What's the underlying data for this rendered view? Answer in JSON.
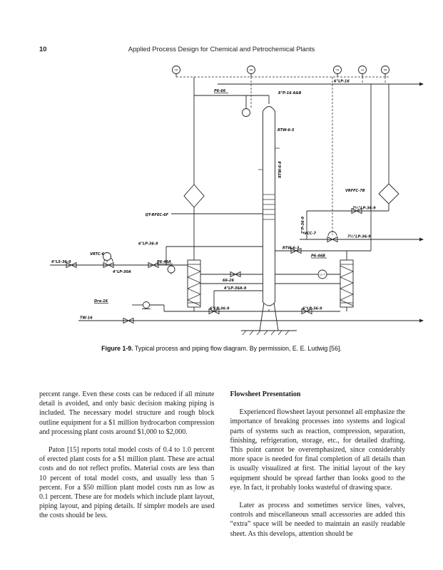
{
  "page": {
    "number": "10",
    "running_title": "Applied Process Design for Chemical and Petrochemical Plants"
  },
  "figure": {
    "caption_label": "Figure 1-9.",
    "caption_text": " Typical process and piping flow diagram. By permission, E. E. Ludwig [56].",
    "labels": {
      "i1": "FR",
      "i2": "PR",
      "i3": "TR",
      "i4": "LR",
      "i5": "PR",
      "top_line": "6\"LP-16",
      "overhead": "8\"P-16 A&B",
      "p6_66": "P6-66",
      "rtw65": "RTW-6-5",
      "rtw68": "RTW-6-8",
      "p2369": "2\"P-36-9",
      "vrffc": "VRFFC-7B",
      "qt_rfec": "QT-RFEC-6F",
      "lp75_a": "7½\"LP-36-9",
      "vcc7": "VCC-7",
      "lp75_b": "7½\"LP-36-9",
      "lp6_left": "6\"LP-36-9",
      "rtw63": "RTW-6-3",
      "p646a": "P6-46A",
      "p646b": "P6-46B",
      "ls4369": "4\"LS-36-9",
      "vrtc6": "VRTC-6",
      "lp430a": "4\"LP-30A",
      "lc7": "LC-7",
      "g6626": "66-26",
      "lp436a": "4\"LP-36A-9",
      "lp6_b1": "6\"LP-36-9",
      "lp6_b2": "6\"LP-36-9",
      "dra16": "Dra-16",
      "tw16": "TW-16"
    }
  },
  "columns": {
    "left": {
      "p1": "percent range. Even these costs can be reduced if all minute detail is avoided, and only basic decision making piping is included. The necessary model structure and rough block outline equipment for a $1 million hydrocarbon compression and processing plant costs around $1,000 to $2,000.",
      "p2": "Paton [15] reports total model costs of 0.4 to 1.0 percent of erected plant costs for a $1 million plant. These are actual costs and do not reflect profits. Material costs are less than 10 percent of total model costs, and usually less than 5 percent. For a $50 million plant model costs run as low as 0.1 percent. These are for models which include plant layout, piping layout, and piping details. If simpler models are used the costs should be less."
    },
    "right": {
      "heading": "Flowsheet Presentation",
      "p1": "Experienced flowsheet layout personnel all emphasize the importance of breaking processes into systems and logical parts of systems such as reaction, compression, separation, finishing, refrigeration, storage, etc., for detailed drafting. This point cannot be overemphasized, since considerably more space is needed for final completion of all details than is usually visualized at first. The initial layout of the key equipment should be spread farther than looks good to the eye. In fact, it probably looks wasteful of drawing space.",
      "p2": "Later as process and sometimes service lines, valves, controls and miscellaneous small accessories are added this “extra” space will be needed to maintain an easily readable sheet. As this develops, attention should be"
    }
  }
}
